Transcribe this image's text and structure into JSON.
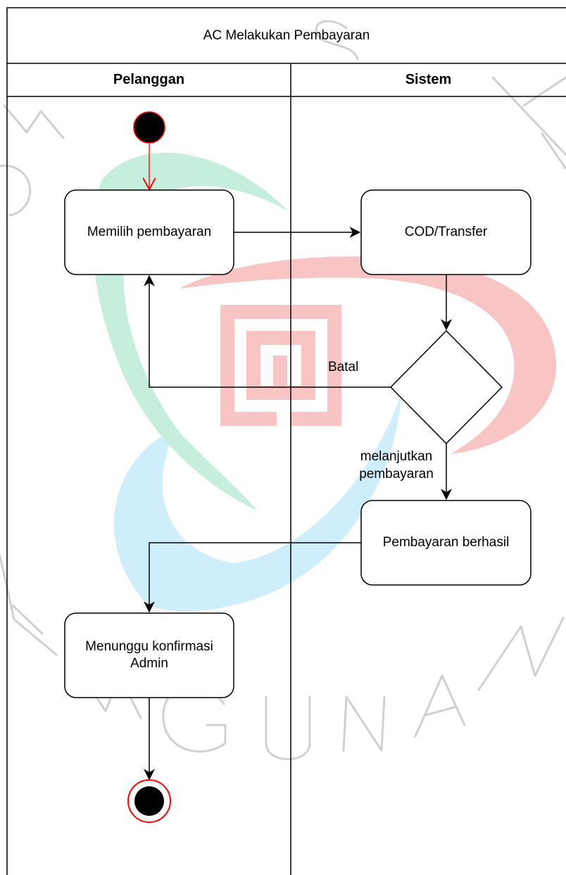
{
  "diagram": {
    "title": "AC Melakukan Pembayaran",
    "lanes": [
      {
        "name": "Pelanggan"
      },
      {
        "name": "Sistem"
      }
    ],
    "nodes": {
      "memilih": "Memilih pembayaran",
      "cod": "COD/Transfer",
      "berhasil": "Pembayaran berhasil",
      "menunggu": "Menunggu konfirmasi\nAdmin"
    },
    "edge_labels": {
      "batal": "Batal",
      "lanjut": "melanjutkan\npembayaran"
    },
    "watermark": {
      "letters": [
        "N",
        "O",
        "S",
        "K",
        "A",
        "N",
        "G",
        "U",
        "N",
        "A",
        "N"
      ]
    },
    "colors": {
      "line": "#000000",
      "start_arrow": "#ff0000",
      "end_ring": "#ff0000",
      "watermark_red": "#f8c4c4",
      "watermark_green": "#c6eedd",
      "watermark_blue": "#cdeefa"
    }
  }
}
